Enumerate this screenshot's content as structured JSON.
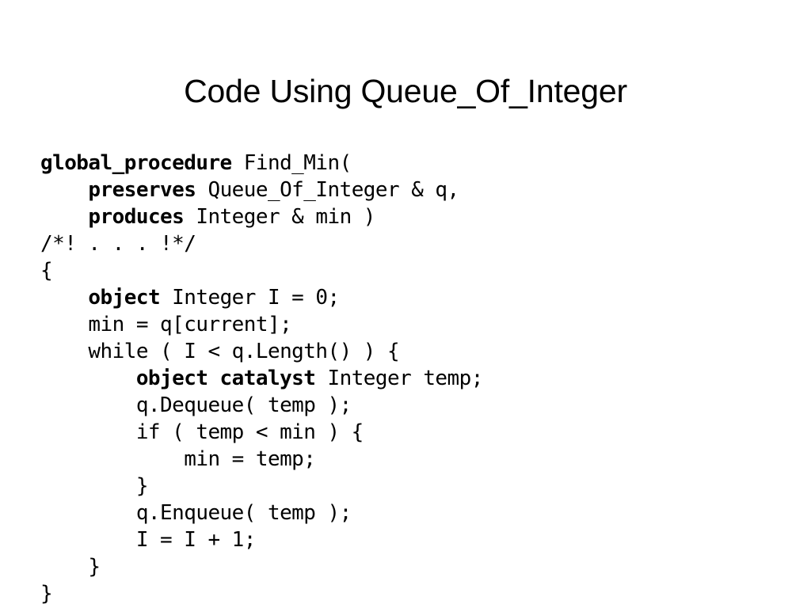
{
  "slide": {
    "title": "Code Using Queue_Of_Integer",
    "background_color": "#ffffff",
    "text_color": "#000000"
  },
  "code": {
    "language": "RESOLVE",
    "lines": [
      {
        "indent": 0,
        "keyword": "global_procedure",
        "rest": " Find_Min("
      },
      {
        "indent": 4,
        "keyword": "preserves",
        "rest": " Queue_Of_Integer & q,"
      },
      {
        "indent": 4,
        "keyword": "produces",
        "rest": " Integer & min )"
      },
      {
        "indent": 0,
        "keyword": "",
        "rest": "/*! . . . !*/"
      },
      {
        "indent": 0,
        "keyword": "",
        "rest": "{"
      },
      {
        "indent": 4,
        "keyword": "object",
        "rest": " Integer I = 0;"
      },
      {
        "indent": 4,
        "keyword": "",
        "rest": "min = q[current];"
      },
      {
        "indent": 4,
        "keyword": "",
        "rest": "while ( I < q.Length() ) {"
      },
      {
        "indent": 8,
        "keyword": "object catalyst",
        "rest": " Integer temp;"
      },
      {
        "indent": 8,
        "keyword": "",
        "rest": "q.Dequeue( temp );"
      },
      {
        "indent": 8,
        "keyword": "",
        "rest": "if ( temp < min ) {"
      },
      {
        "indent": 12,
        "keyword": "",
        "rest": "min = temp;"
      },
      {
        "indent": 8,
        "keyword": "",
        "rest": "}"
      },
      {
        "indent": 8,
        "keyword": "",
        "rest": "q.Enqueue( temp );"
      },
      {
        "indent": 8,
        "keyword": "",
        "rest": "I = I + 1;"
      },
      {
        "indent": 4,
        "keyword": "",
        "rest": "}"
      },
      {
        "indent": 0,
        "keyword": "",
        "rest": "}"
      }
    ]
  }
}
